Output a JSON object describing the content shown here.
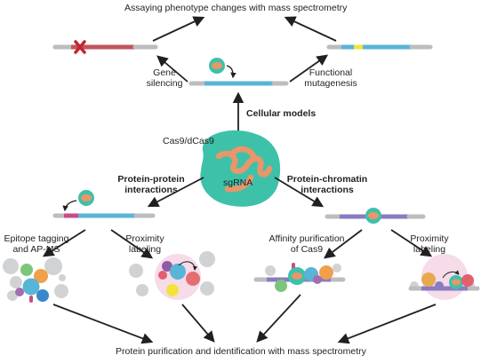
{
  "top_title": "Assaying phenotype changes with mass spectrometry",
  "bottom_title": "Protein purification and identification with mass spectrometry",
  "gene_silencing": [
    "Gene",
    "silencing"
  ],
  "functional_mutagenesis": [
    "Functional",
    "mutagenesis"
  ],
  "cellular_models": "Cellular models",
  "cas9_label": "Cas9/dCas9",
  "sgrna_label": "sgRNA",
  "ppi": [
    "Protein-protein",
    "interactions"
  ],
  "pci": [
    "Protein-chromatin",
    "interactions"
  ],
  "epitope": [
    "Epitope tagging",
    "and AP-MS"
  ],
  "proximity_left": [
    "Proximity",
    "labeling"
  ],
  "affinity": [
    "Affinity purification",
    "of Cas9"
  ],
  "proximity_right": [
    "Proximity",
    "labeling"
  ],
  "colors": {
    "dna_blue": "#5ab4d6",
    "dna_red": "#c1545f",
    "dna_grey": "#bcbdbf",
    "cas9_teal": "#3ec1a9",
    "sgrna_orange": "#e8966a",
    "mutation_yellow": "#f2e33a",
    "magenta": "#c84b8a",
    "pink_halo": "#f6dbe9",
    "dna_purple": "#8a7cc0",
    "arrow": "#231f20"
  }
}
